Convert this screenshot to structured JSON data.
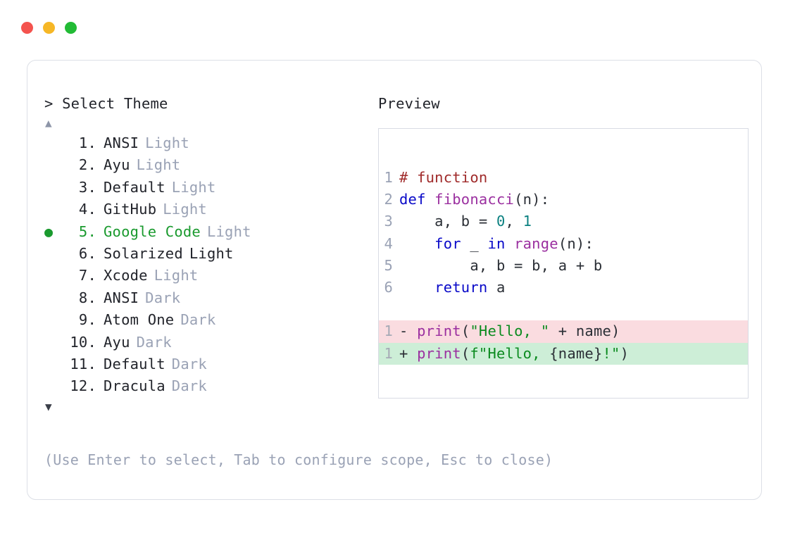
{
  "window": {
    "traffic_lights": [
      {
        "name": "close-button",
        "color": "#f4534e",
        "label": ""
      },
      {
        "name": "minimize-button",
        "color": "#f6b726",
        "label": ""
      },
      {
        "name": "maximize-button",
        "color": "#22bb35",
        "label": ""
      }
    ]
  },
  "selector": {
    "prompt": "> Select Theme",
    "scroll_up": "▲",
    "scroll_down": "▼",
    "selected_bullet": "●",
    "selected_index": 5,
    "accent_color": "#1a9a2e",
    "muted_color": "#9aa2b5",
    "items": [
      {
        "number": "1.",
        "name": "ANSI",
        "variant": "Light",
        "variant_muted": true,
        "selected": false
      },
      {
        "number": "2.",
        "name": "Ayu",
        "variant": "Light",
        "variant_muted": true,
        "selected": false
      },
      {
        "number": "3.",
        "name": "Default",
        "variant": "Light",
        "variant_muted": true,
        "selected": false
      },
      {
        "number": "4.",
        "name": "GitHub",
        "variant": "Light",
        "variant_muted": true,
        "selected": false
      },
      {
        "number": "5.",
        "name": "Google Code",
        "variant": "Light",
        "variant_muted": true,
        "selected": true
      },
      {
        "number": "6.",
        "name": "Solarized",
        "variant": "Light",
        "variant_muted": false,
        "selected": false
      },
      {
        "number": "7.",
        "name": "Xcode",
        "variant": "Light",
        "variant_muted": true,
        "selected": false
      },
      {
        "number": "8.",
        "name": "ANSI",
        "variant": "Dark",
        "variant_muted": true,
        "selected": false
      },
      {
        "number": "9.",
        "name": "Atom One",
        "variant": "Dark",
        "variant_muted": true,
        "selected": false
      },
      {
        "number": "10.",
        "name": "Ayu",
        "variant": "Dark",
        "variant_muted": true,
        "selected": false
      },
      {
        "number": "11.",
        "name": "Default",
        "variant": "Dark",
        "variant_muted": true,
        "selected": false
      },
      {
        "number": "12.",
        "name": "Dracula",
        "variant": "Dark",
        "variant_muted": true,
        "selected": false
      }
    ],
    "hint": "(Use Enter to select, Tab to configure scope, Esc to close)"
  },
  "preview": {
    "label": "Preview",
    "code_lines": [
      {
        "kind": "code",
        "line_number": "1",
        "tokens": [
          {
            "t": "# function",
            "c": "tok-comment"
          }
        ]
      },
      {
        "kind": "code",
        "line_number": "2",
        "tokens": [
          {
            "t": "def ",
            "c": "tok-keyword"
          },
          {
            "t": "fibonacci",
            "c": "tok-func"
          },
          {
            "t": "(n):",
            "c": "tok-punct"
          }
        ]
      },
      {
        "kind": "code",
        "line_number": "3",
        "tokens": [
          {
            "t": "    a, b = ",
            "c": "tok-plain"
          },
          {
            "t": "0",
            "c": "tok-number"
          },
          {
            "t": ", ",
            "c": "tok-plain"
          },
          {
            "t": "1",
            "c": "tok-number"
          }
        ]
      },
      {
        "kind": "code",
        "line_number": "4",
        "tokens": [
          {
            "t": "    ",
            "c": "tok-plain"
          },
          {
            "t": "for",
            "c": "tok-keyword"
          },
          {
            "t": " _ ",
            "c": "tok-plain"
          },
          {
            "t": "in",
            "c": "tok-keyword"
          },
          {
            "t": " ",
            "c": "tok-plain"
          },
          {
            "t": "range",
            "c": "tok-func"
          },
          {
            "t": "(n):",
            "c": "tok-punct"
          }
        ]
      },
      {
        "kind": "code",
        "line_number": "5",
        "tokens": [
          {
            "t": "        a, b = b, a + b",
            "c": "tok-plain"
          }
        ]
      },
      {
        "kind": "code",
        "line_number": "6",
        "tokens": [
          {
            "t": "    ",
            "c": "tok-plain"
          },
          {
            "t": "return",
            "c": "tok-keyword"
          },
          {
            "t": " a",
            "c": "tok-plain"
          }
        ]
      },
      {
        "kind": "blank"
      },
      {
        "kind": "diff-minus",
        "line_number": "1",
        "sign": "- ",
        "tokens": [
          {
            "t": "print",
            "c": "tok-func"
          },
          {
            "t": "(",
            "c": "tok-punct"
          },
          {
            "t": "\"Hello, \"",
            "c": "tok-string"
          },
          {
            "t": " + name)",
            "c": "tok-plain"
          }
        ]
      },
      {
        "kind": "diff-plus",
        "line_number": "1",
        "sign": "+ ",
        "tokens": [
          {
            "t": "print",
            "c": "tok-func"
          },
          {
            "t": "(",
            "c": "tok-punct"
          },
          {
            "t": "f\"Hello, ",
            "c": "tok-string"
          },
          {
            "t": "{name}",
            "c": "tok-plain"
          },
          {
            "t": "!\"",
            "c": "tok-string"
          },
          {
            "t": ")",
            "c": "tok-punct"
          }
        ]
      }
    ],
    "diff_minus_bg": "#fadce0",
    "diff_plus_bg": "#cdeed7"
  }
}
